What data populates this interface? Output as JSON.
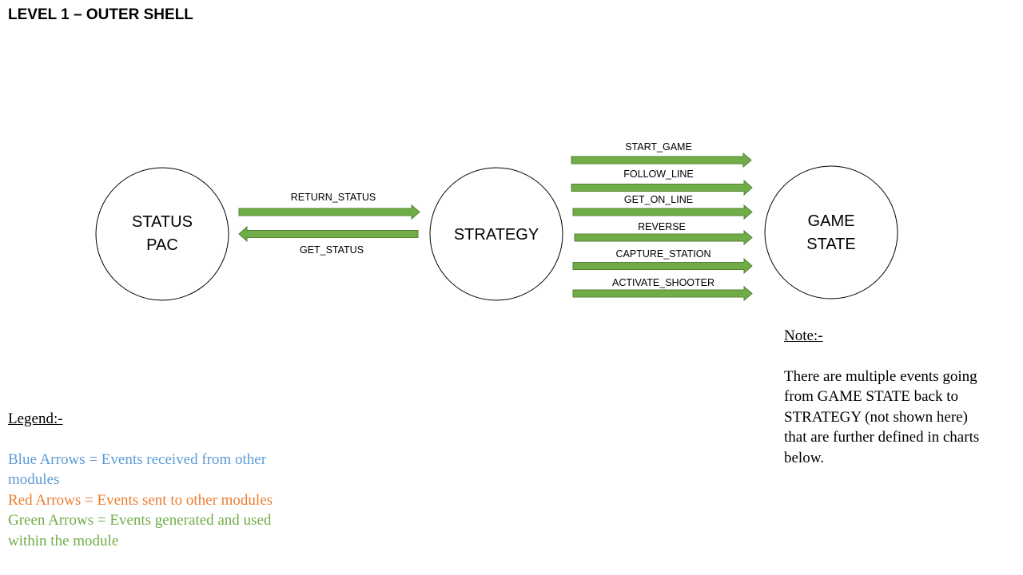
{
  "title": "LEVEL 1 – OUTER SHELL",
  "colors": {
    "arrow_fill": "#70ad47",
    "arrow_stroke": "#548235",
    "blue": "#5b9bd5",
    "red": "#ed7d31",
    "green": "#70ad47"
  },
  "nodes": {
    "status_pac": {
      "line1": "STATUS",
      "line2": "PAC"
    },
    "strategy": {
      "line1": "STRATEGY"
    },
    "game_state": {
      "line1": "GAME",
      "line2": "STATE"
    }
  },
  "arrows_left": [
    {
      "label": "RETURN_STATUS",
      "direction": "right"
    },
    {
      "label": "GET_STATUS",
      "direction": "left"
    }
  ],
  "arrows_right": [
    {
      "label": "START_GAME"
    },
    {
      "label": "FOLLOW_LINE"
    },
    {
      "label": "GET_ON_LINE"
    },
    {
      "label": "REVERSE"
    },
    {
      "label": "CAPTURE_STATION"
    },
    {
      "label": "ACTIVATE_SHOOTER"
    }
  ],
  "note": {
    "heading": "Note:-",
    "body": "There are multiple events going from GAME STATE back to STRATEGY (not shown here) that are further defined in charts below."
  },
  "legend": {
    "heading": "Legend:-",
    "blue": "Blue Arrows = Events received from other modules",
    "red": "Red Arrows = Events sent to other modules",
    "green": "Green Arrows = Events generated and used within the module"
  }
}
